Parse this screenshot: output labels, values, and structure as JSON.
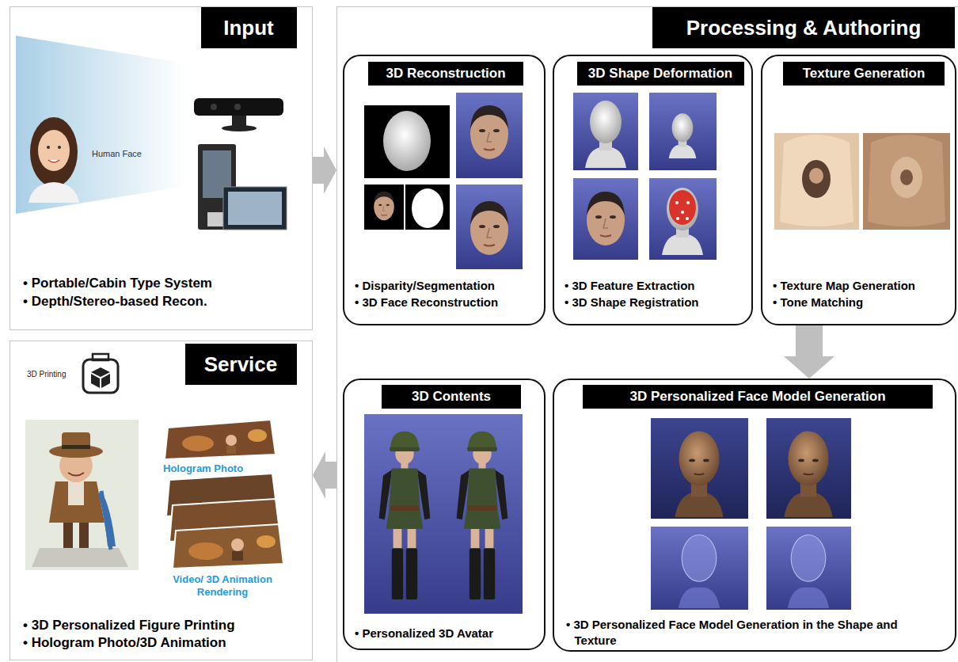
{
  "diagram": {
    "nodes": [
      {
        "text": [
          "Input",
          "• Portable/Cabin Type System",
          "• Depth/Stereo-based Recon."
        ]
      },
      {
        "text": [
          "Processing & Authoring"
        ]
      },
      {
        "text": [
          "3D Reconstruction",
          "• Disparity/Segmentation",
          "• 3D Face Reconstruction"
        ],
        "in": 1
      },
      {
        "text": [
          "3D Shape Deformation",
          "• 3D Feature Extraction",
          "• 3D Shape Registration"
        ],
        "in": 1
      },
      {
        "text": [
          "Texture Generation",
          "• Texture Map Generation",
          "• Tone Matching"
        ],
        "in": 1
      },
      {
        "text": [
          "3D Contents",
          "• Personalized 3D Avatar"
        ],
        "in": 1
      },
      {
        "text": [
          "3D Personalized Face Model Generation",
          "• 3D Personalized Face Model Generation in the Shape and Texture"
        ],
        "in": 1
      },
      {
        "text": [
          "Service",
          "• 3D Personalized Figure Printing",
          "• Hologram Photo/3D Animation"
        ]
      }
    ],
    "edges": [
      {
        "from": 0,
        "to": 1,
        "arrow": "to"
      },
      {
        "from": 4,
        "to": 6,
        "arrow": "to"
      },
      {
        "from": 1,
        "to": 7,
        "arrow": "to"
      }
    ],
    "labels": [
      "Human Face",
      "3D Printing",
      "Hologram Photo",
      "Video/ 3D Animation Rendering"
    ]
  }
}
